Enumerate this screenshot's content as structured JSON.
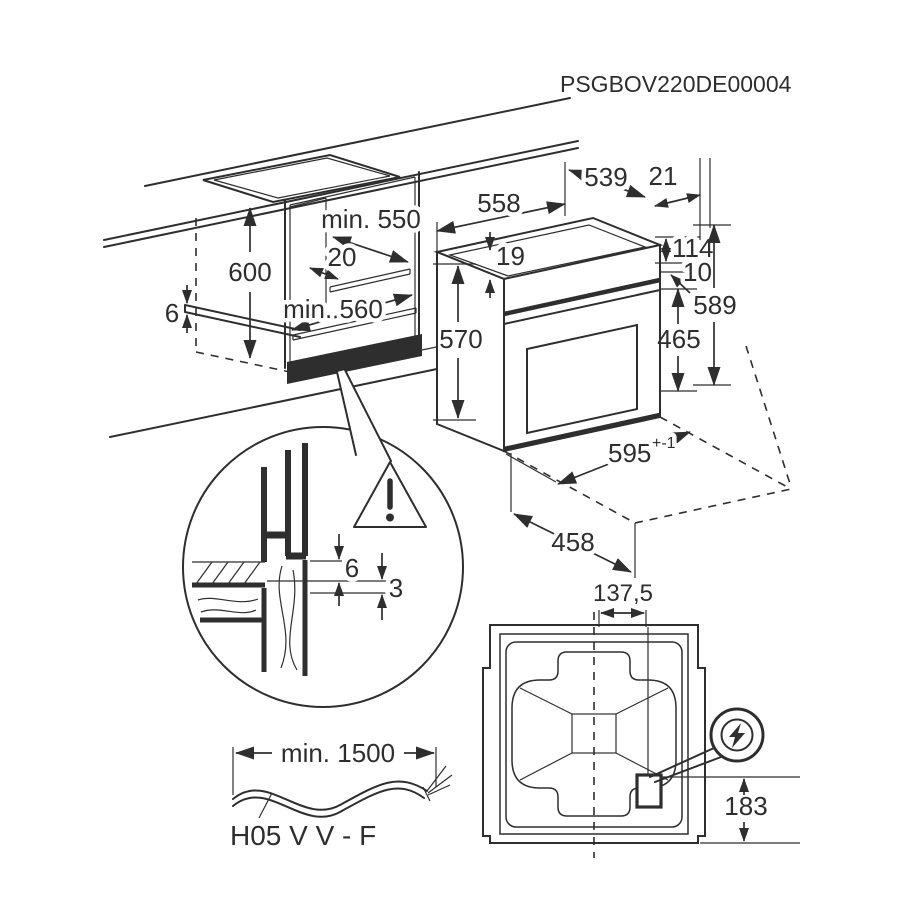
{
  "title": "PSGBOV220DE00004",
  "colors": {
    "ink": "#2e2e2e",
    "background": "#ffffff"
  },
  "cabinet": {
    "height": "600",
    "depth_min": "min. 550",
    "rail_inset": "20",
    "width_min": "min. 560",
    "shelf_gap": "6"
  },
  "oven": {
    "depth_with_door": "558",
    "depth_body": "539",
    "door_thickness": "21",
    "top_recess": "19",
    "control_panel_height": "114",
    "gap_below_panel": "10",
    "total_height": "589",
    "door_height": "465",
    "body_height": "570",
    "width": "595",
    "width_tolerance": "+-1",
    "plinth_depth": "458"
  },
  "detail": {
    "front_gap": "6",
    "rear_gap": "3"
  },
  "cable": {
    "min_length": "min. 1500",
    "cable_type": "H05 V V - F"
  },
  "rear_panel": {
    "connector_offset_horizontal": "137,5",
    "connector_offset_vertical": "183"
  }
}
